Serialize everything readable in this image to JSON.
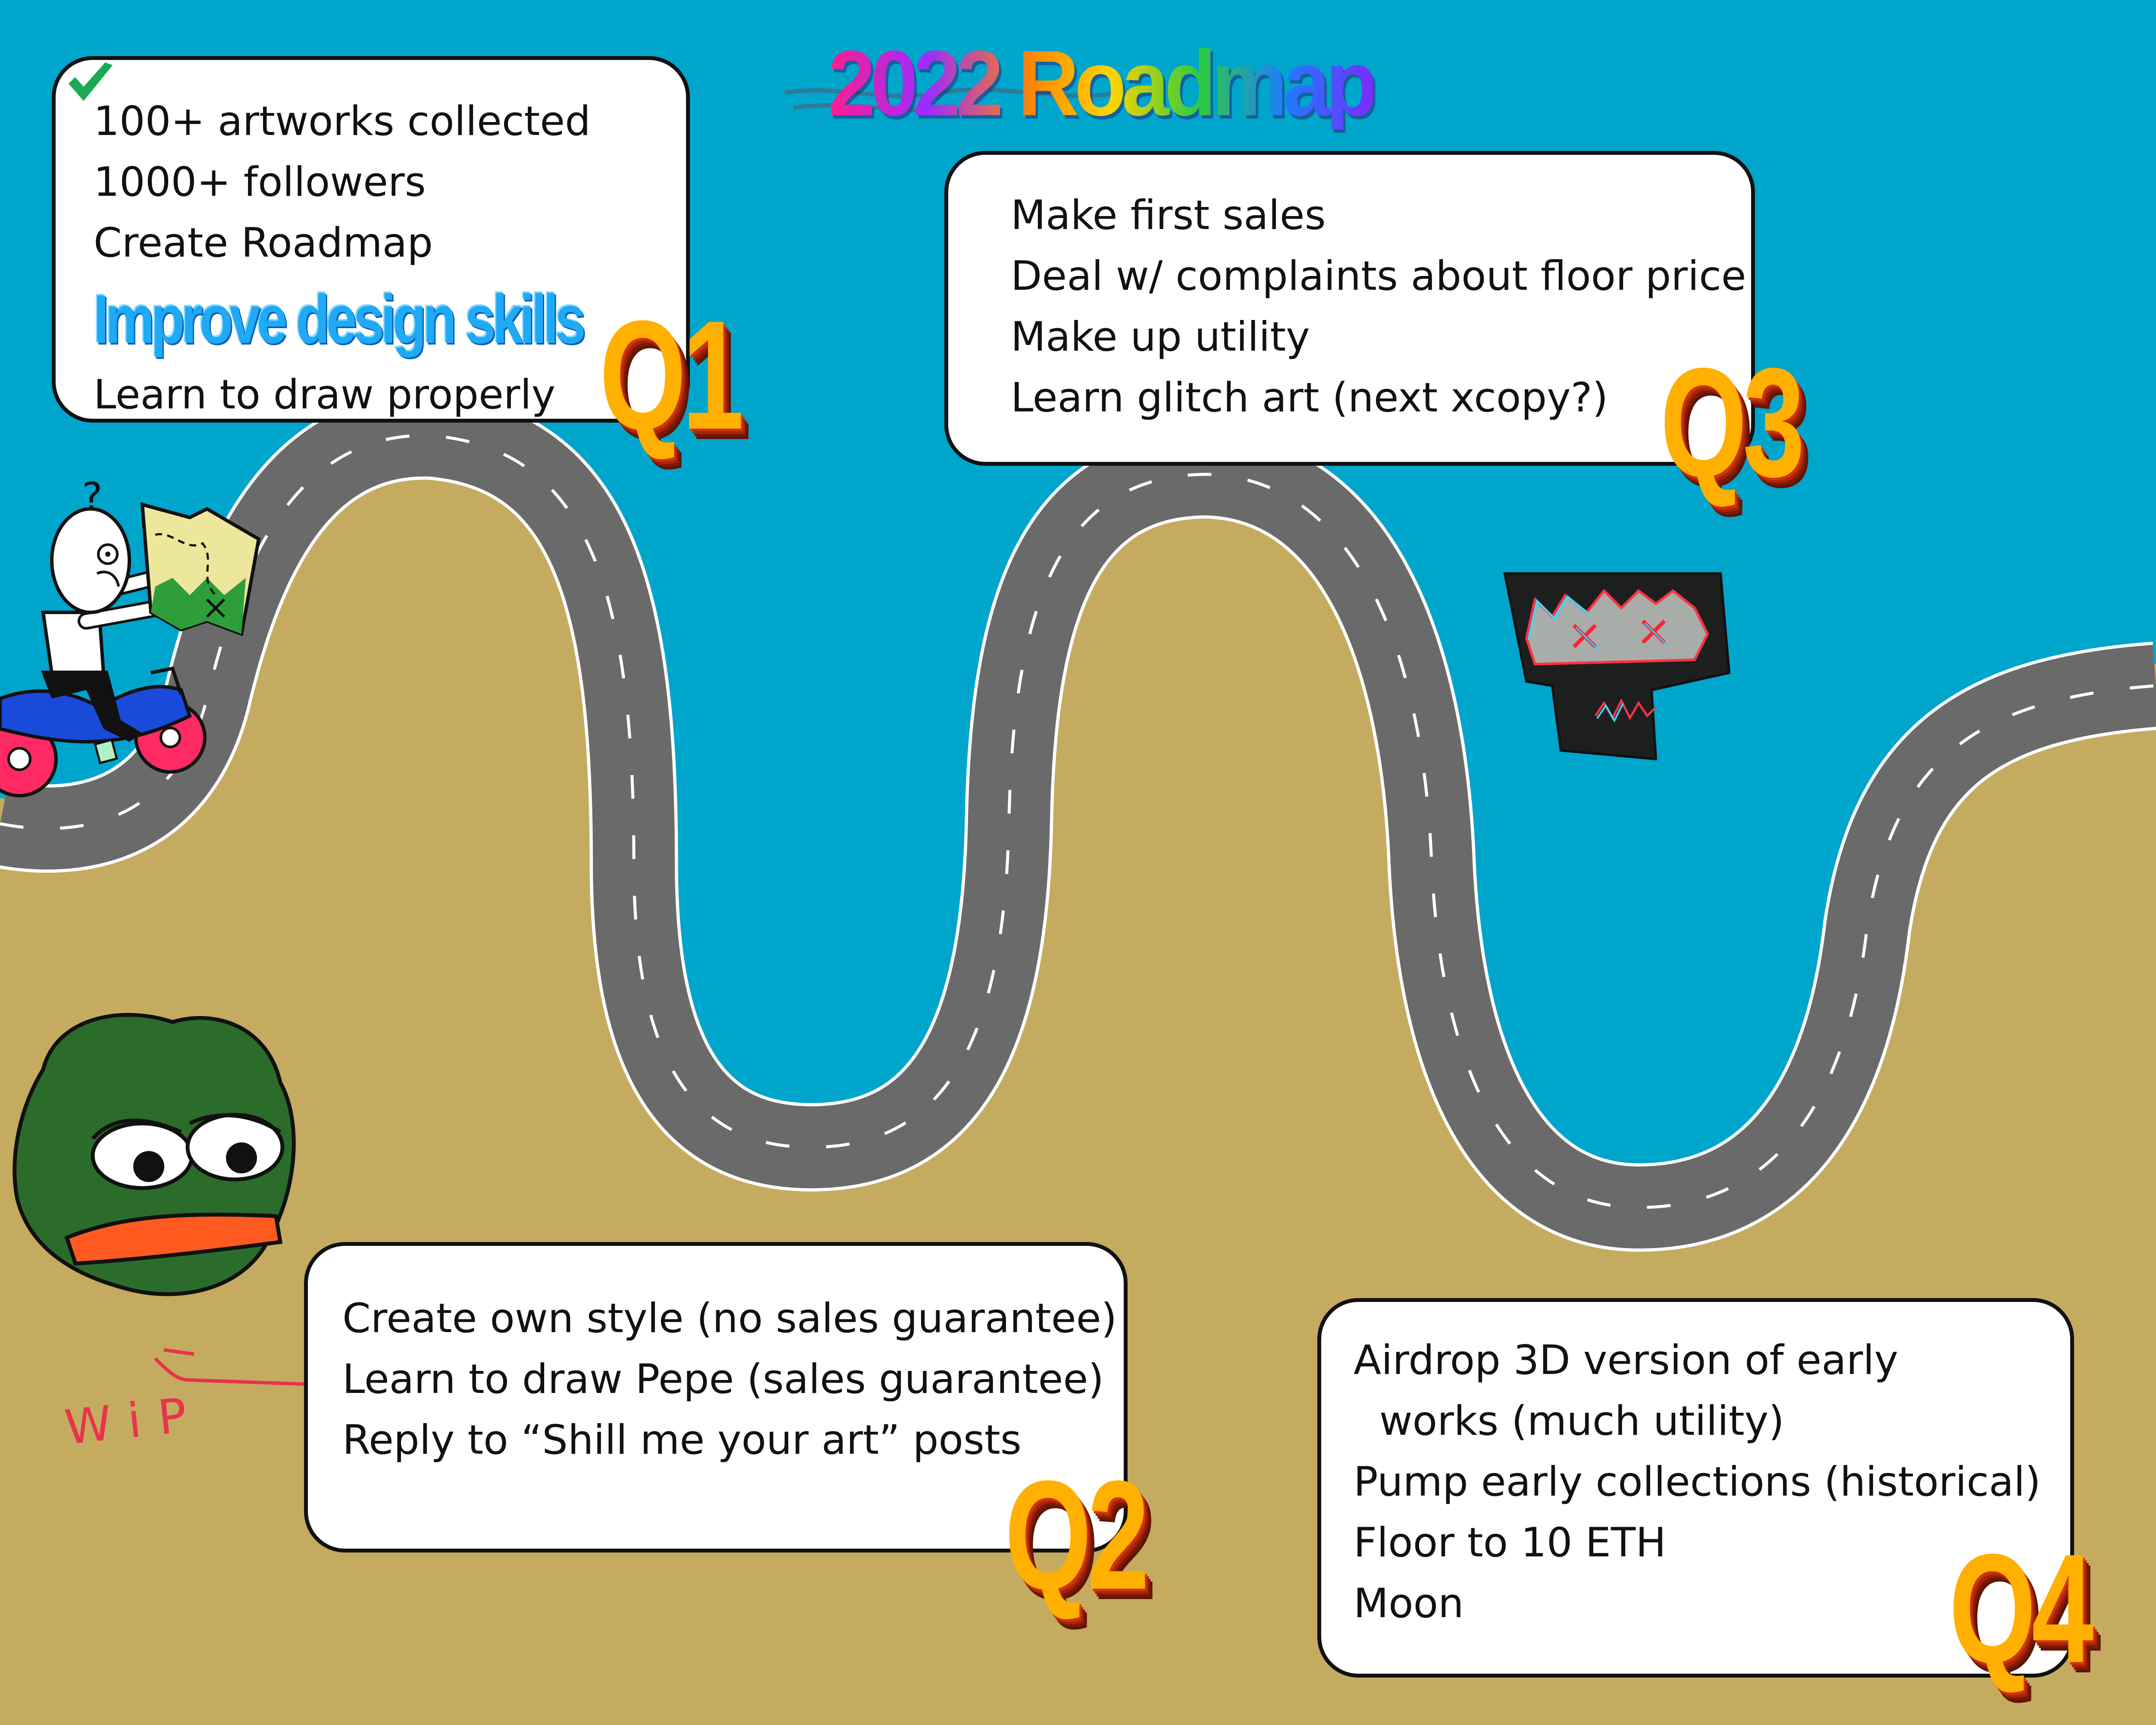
{
  "title": "2022 Roadmap",
  "colors": {
    "sky": "#00a5cc",
    "ground": "#c4ab60",
    "road": "#6b6a6a",
    "check": "#1aaa55",
    "q_label": "#ffb000"
  },
  "q1": {
    "label": "Q1",
    "items": [
      {
        "text": "100+ artworks collected",
        "done": true
      },
      {
        "text": "1000+ followers",
        "done": true
      },
      {
        "text": "Create Roadmap",
        "done": true
      }
    ],
    "highlight": "Improve design skills",
    "last": "Learn to draw properly"
  },
  "q2": {
    "label": "Q2",
    "items": [
      "Create own style (no sales guarantee)",
      "Learn to draw Pepe (sales guarantee)",
      "Reply to “Shill me your art” posts"
    ]
  },
  "q3": {
    "label": "Q3",
    "items": [
      "Make first sales",
      "Deal w/ complaints about floor price",
      "Make up utility",
      "Learn glitch art (next xcopy?)"
    ]
  },
  "q4": {
    "label": "Q4",
    "items": [
      "Airdrop 3D version of early",
      "  works (much utility)",
      "Pump early collections (historical)",
      "Floor to 10 ETH",
      "Moon"
    ]
  },
  "annotations": {
    "wip": "WiP",
    "question": "?"
  }
}
